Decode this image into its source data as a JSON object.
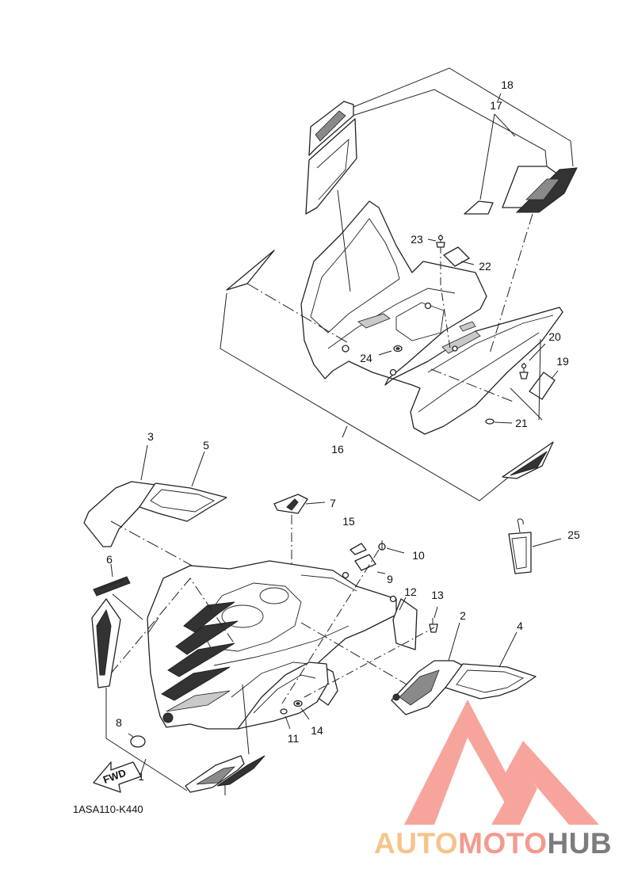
{
  "callouts": {
    "c1": "1",
    "c2": "2",
    "c3": "3",
    "c4": "4",
    "c5": "5",
    "c6": "6",
    "c7": "7",
    "c8": "8",
    "c9": "9",
    "c10": "10",
    "c11": "11",
    "c12": "12",
    "c13": "13",
    "c14": "14",
    "c15": "15",
    "c16": "16",
    "c17": "17",
    "c18": "18",
    "c19": "19",
    "c20": "20",
    "c21": "21",
    "c22": "22",
    "c23": "23",
    "c24": "24",
    "c25": "25"
  },
  "diagram_code": "1ASA110-K440",
  "fwd_arrow_label": "FWD",
  "watermark": {
    "part1": "AUTO",
    "part2": "MOTO",
    "part3": "HUB",
    "colors": {
      "part1": "#f6c48a",
      "part2": "#f49a8e",
      "part3": "#7c7c7c",
      "logo": "#f7a49c"
    }
  }
}
